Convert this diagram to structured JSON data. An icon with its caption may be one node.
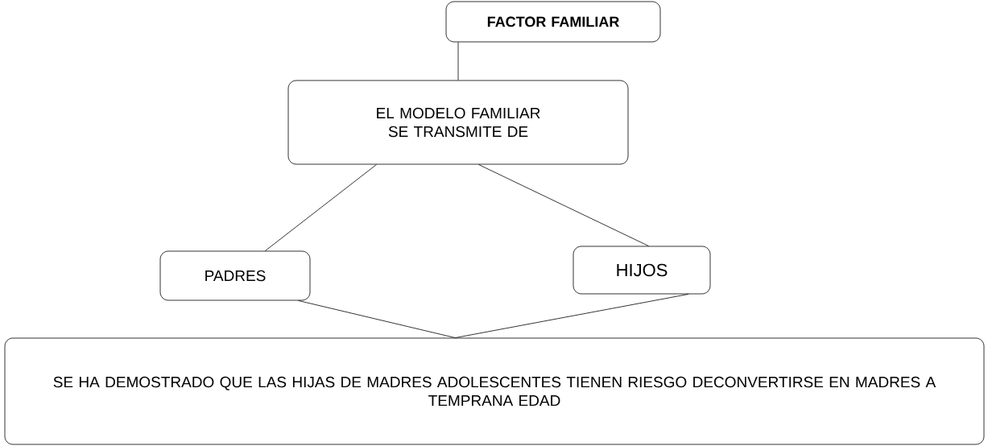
{
  "diagram": {
    "nodes": [
      {
        "text": [
          "**FACTOR FAMILIAR**"
        ]
      },
      {
        "text": [
          "EL MODELO FAMILIAR SE TRANSMITE DE"
        ]
      },
      {
        "text": [
          "PADRES"
        ]
      },
      {
        "text": [
          "HIJOS"
        ]
      },
      {
        "text": [
          "SE HA DEMOSTRADO QUE LAS HIJAS DE MADRES ADOLESCENTES TIENEN RIESGO DECONVERTIRSE EN MADRES A TEMPRANA EDAD"
        ]
      }
    ],
    "edges": [
      {
        "from": 0,
        "to": 1,
        "arrow": "none"
      },
      {
        "from": 1,
        "to": 2,
        "arrow": "none"
      },
      {
        "from": 1,
        "to": 3,
        "arrow": "none"
      },
      {
        "from": 2,
        "to": 4,
        "arrow": "none"
      },
      {
        "from": 3,
        "to": 4,
        "arrow": "none"
      }
    ]
  }
}
